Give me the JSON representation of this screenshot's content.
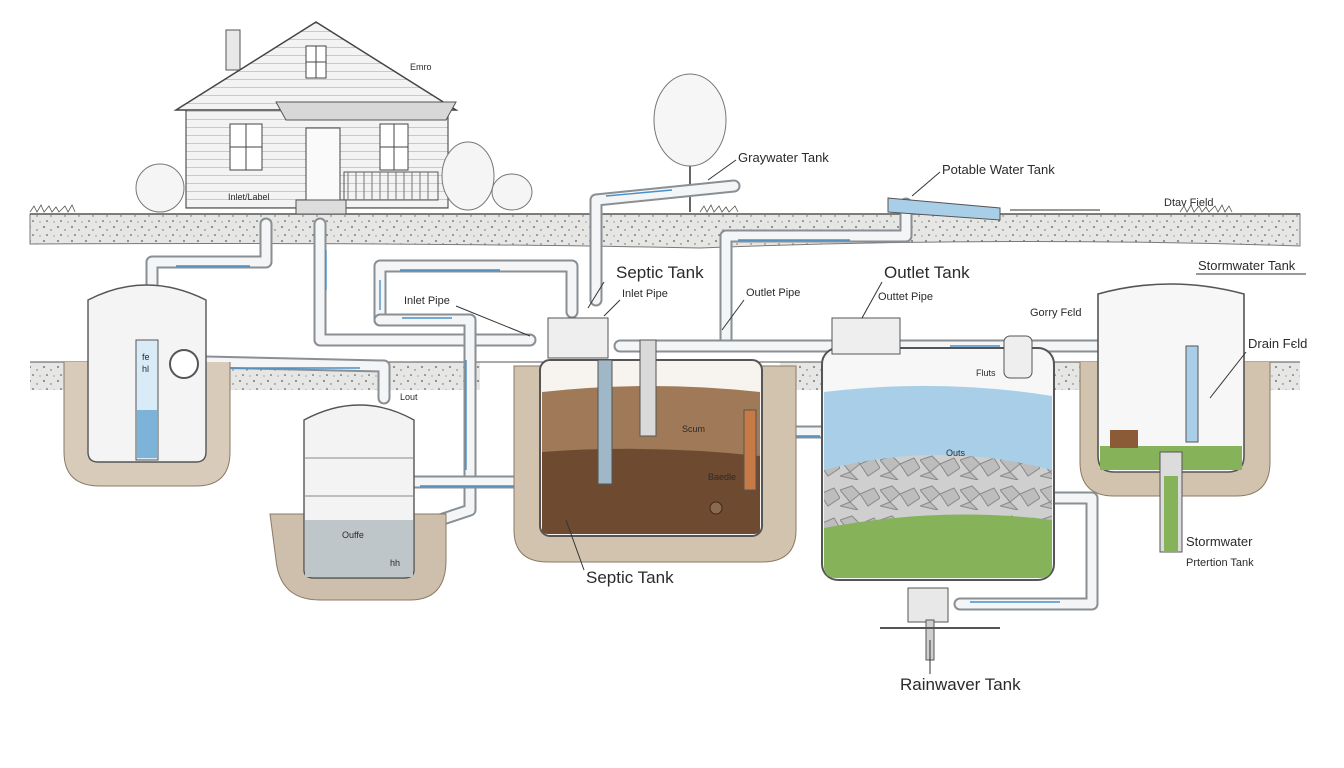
{
  "labels": {
    "house_sign": "Emro",
    "house_box": "Inlet/Label",
    "graywater_tank": "Graywater Tank",
    "potable_water_tank": "Potable Water Tank",
    "draw_field": "Dtav Field",
    "stormwater_tank_top": "Stormwater Tank",
    "drain_field": "Drain Fєld",
    "septic_tank_top": "Septic Tank",
    "inlet_pipe_large": "Inlet Pipe",
    "inlet_pipe_small": "Inlet Pipe",
    "outlet_pipe_large": "Outlet Pipe",
    "outlet_tank": "Outlet Tank",
    "outlet_pipe_small": "Outtet Pipe",
    "gorry_field": "Gorry Fєld",
    "fluts": "Fluts",
    "outs": "Outs",
    "scum": "Scum",
    "baedle": "Baedle",
    "lout": "Lout",
    "outfle": "Ouffe",
    "tank_mark": "hh",
    "well_mark_1": "fe",
    "well_mark_2": "hl",
    "septic_tank_bottom": "Septic Tank",
    "rainwater_tank": "Rainwaver Tank",
    "stormwater_bottom_1": "Stormwater",
    "stormwater_bottom_2": "Prtertion Tank"
  },
  "colors": {
    "water": "#a9cfe8",
    "water_dark": "#7db3d8",
    "sludge": "#7a5236",
    "sludge_light": "#a07a58",
    "soil": "#b6a48e",
    "grass": "#86b25a",
    "pipe": "#8a8f94",
    "gravel": "#c8c8c8"
  }
}
